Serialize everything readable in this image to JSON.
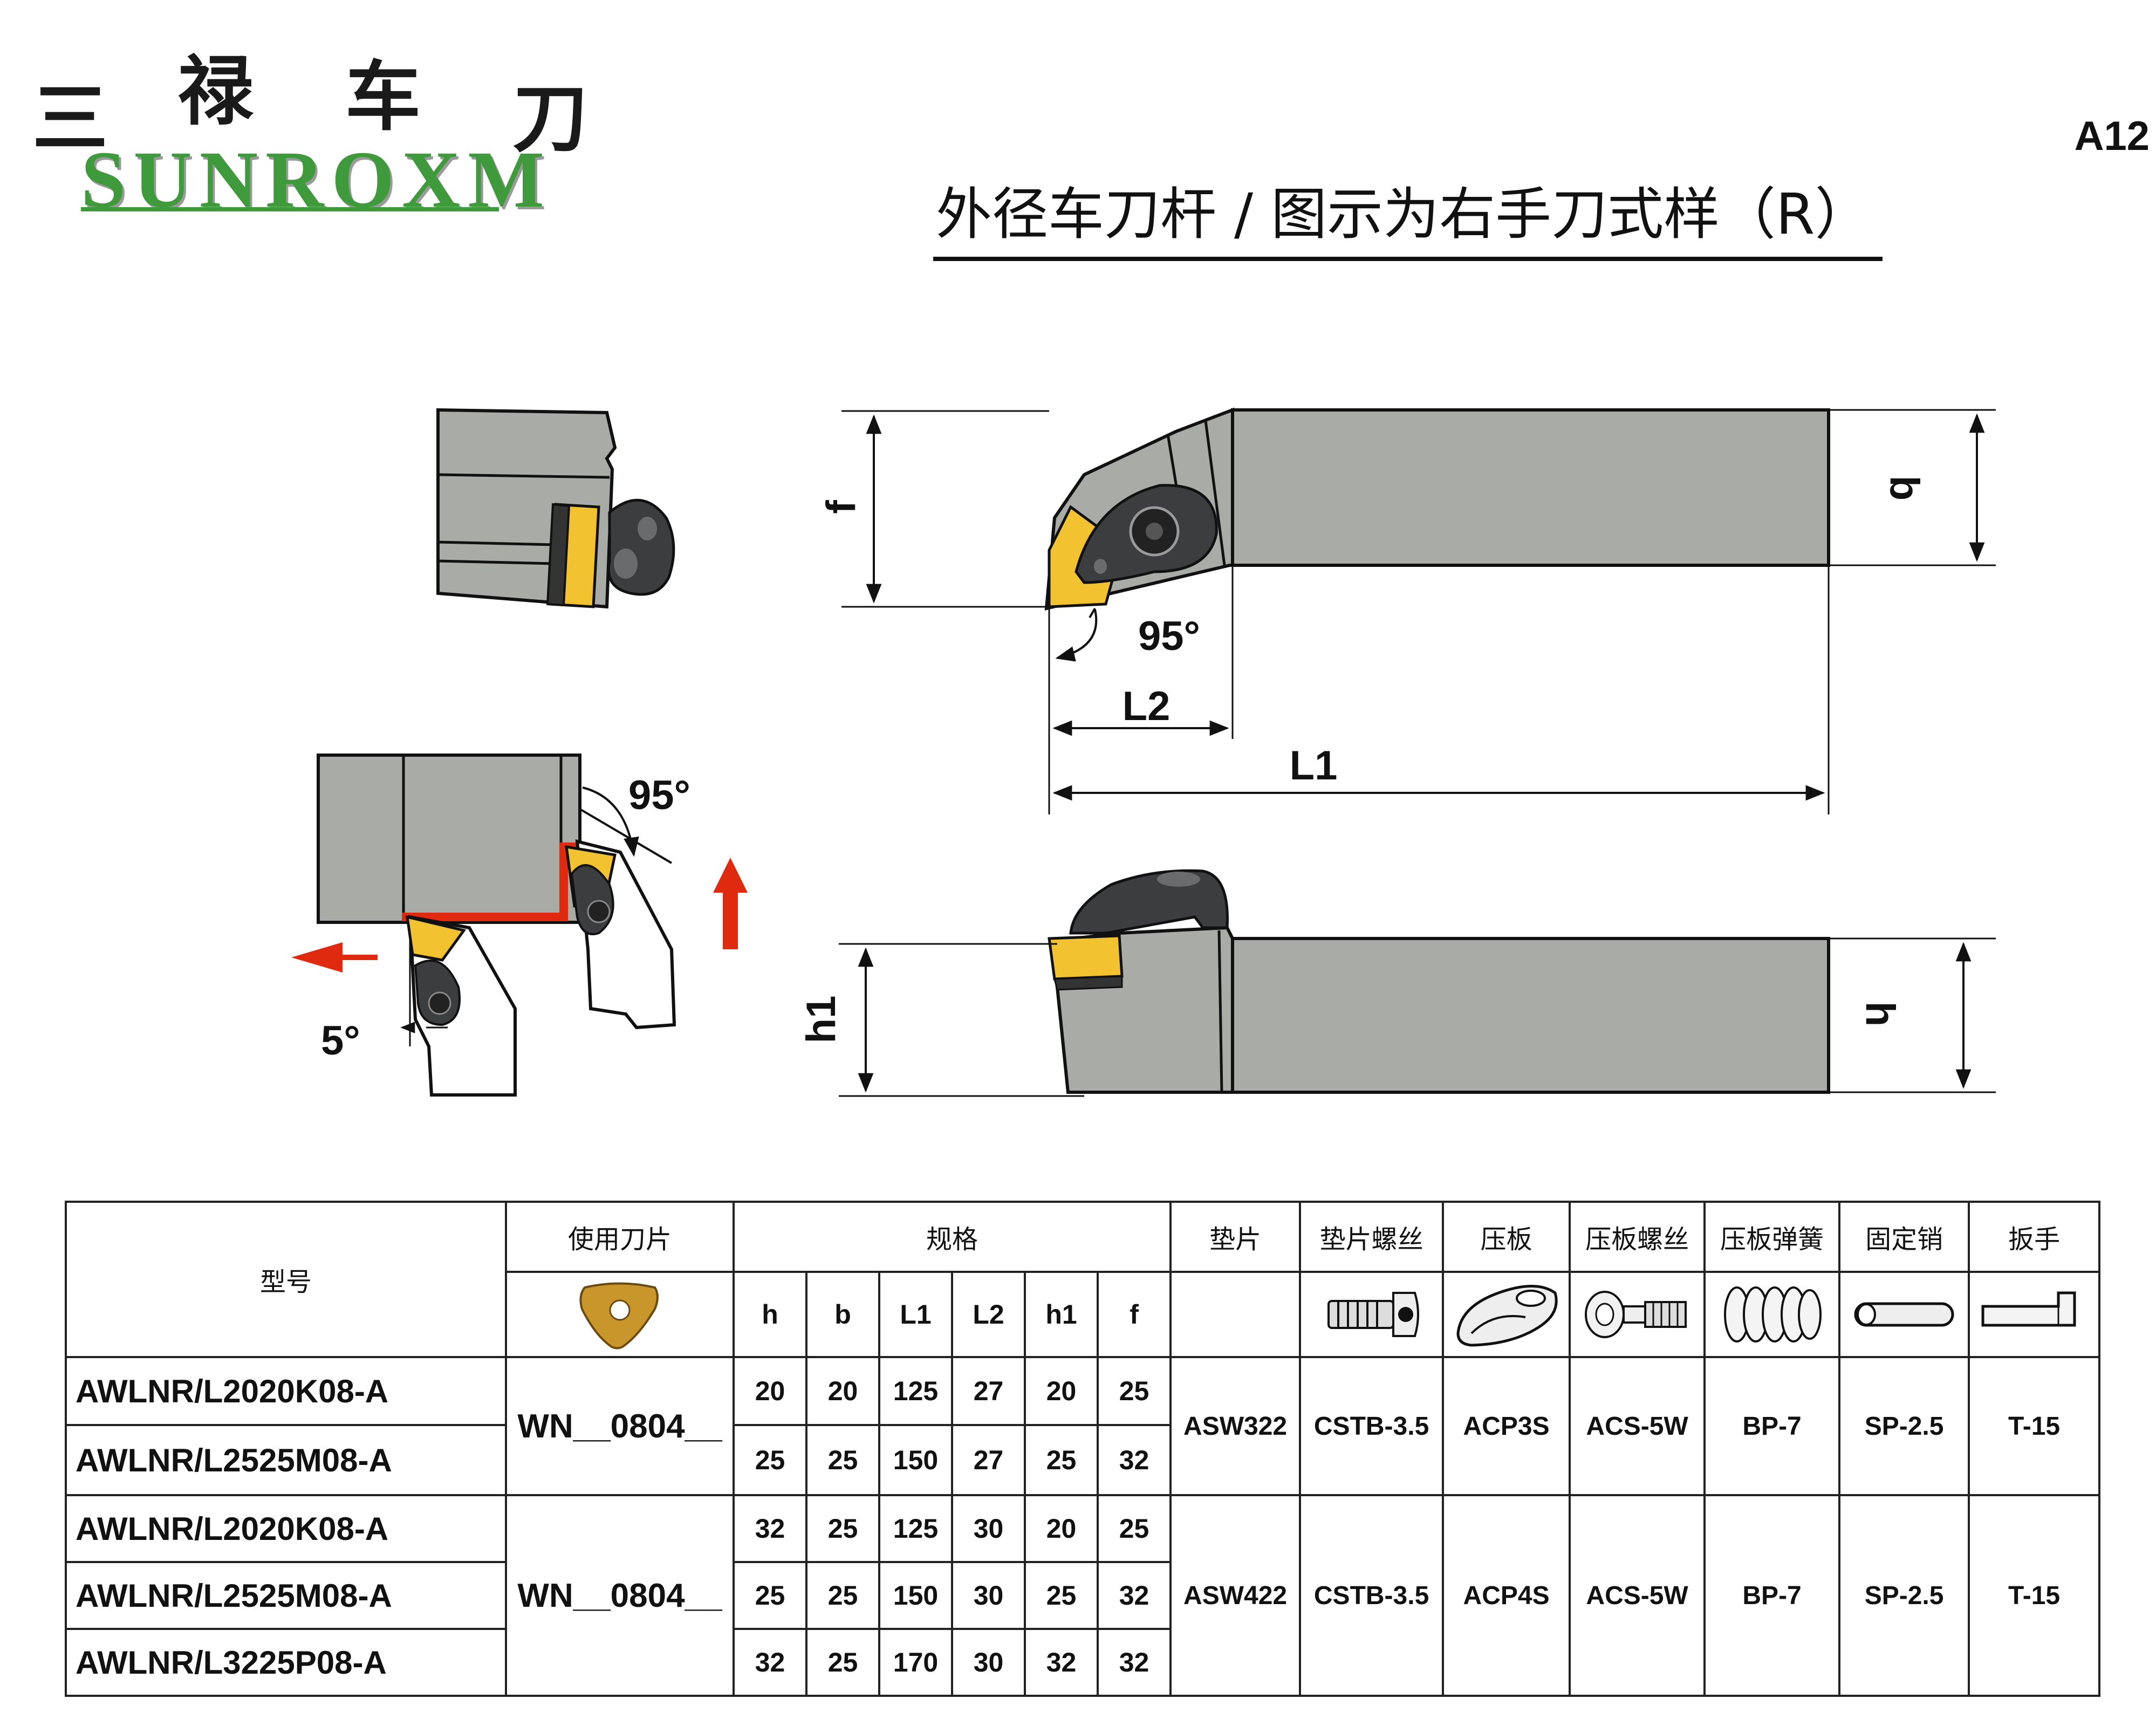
{
  "brand": {
    "chinese_chars": [
      "三",
      "禄",
      "车",
      "刀"
    ],
    "english": "SUNROXM",
    "color": "#3f9a3c"
  },
  "page_code": "A12",
  "title": "外径车刀杆 / 图示为右手刀式样（R）",
  "drawing_labels": {
    "angle_top": "95°",
    "angle_side": "95°",
    "angle_lead": "5°",
    "f": "f",
    "b": "b",
    "L1": "L1",
    "L2": "L2",
    "h1": "h1",
    "h": "h"
  },
  "table": {
    "headers": {
      "model": "型号",
      "insert": "使用刀片",
      "spec": "规格",
      "shim": "垫片",
      "shim_screw": "垫片螺丝",
      "clamp": "压板",
      "clamp_screw": "压板螺丝",
      "clamp_spring": "压板弹簧",
      "pin": "固定销",
      "wrench": "扳手"
    },
    "dim_headers": [
      "h",
      "b",
      "L1",
      "L2",
      "h1",
      "f"
    ],
    "part_icons": [
      "insert-icon",
      "shim-screw-icon",
      "clamp-icon",
      "clamp-screw-icon",
      "spring-icon",
      "pin-icon",
      "wrench-icon"
    ],
    "groups": [
      {
        "insert": "WN__0804__",
        "shim": "ASW322",
        "shim_screw": "CSTB-3.5",
        "clamp": "ACP3S",
        "clamp_screw": "ACS-5W",
        "clamp_spring": "BP-7",
        "pin": "SP-2.5",
        "wrench": "T-15",
        "rows": [
          {
            "model": "AWLNR/L2020K08-A",
            "dims": [
              "20",
              "20",
              "125",
              "27",
              "20",
              "25"
            ]
          },
          {
            "model": "AWLNR/L2525M08-A",
            "dims": [
              "25",
              "25",
              "150",
              "27",
              "25",
              "32"
            ]
          }
        ]
      },
      {
        "insert": "WN__0804__",
        "shim": "ASW422",
        "shim_screw": "CSTB-3.5",
        "clamp": "ACP4S",
        "clamp_screw": "ACS-5W",
        "clamp_spring": "BP-7",
        "pin": "SP-2.5",
        "wrench": "T-15",
        "rows": [
          {
            "model": "AWLNR/L2020K08-A",
            "dims": [
              "32",
              "25",
              "125",
              "30",
              "20",
              "25"
            ]
          },
          {
            "model": "AWLNR/L2525M08-A",
            "dims": [
              "25",
              "25",
              "150",
              "30",
              "25",
              "32"
            ]
          },
          {
            "model": "AWLNR/L3225P08-A",
            "dims": [
              "32",
              "25",
              "170",
              "30",
              "32",
              "32"
            ]
          }
        ]
      }
    ]
  }
}
